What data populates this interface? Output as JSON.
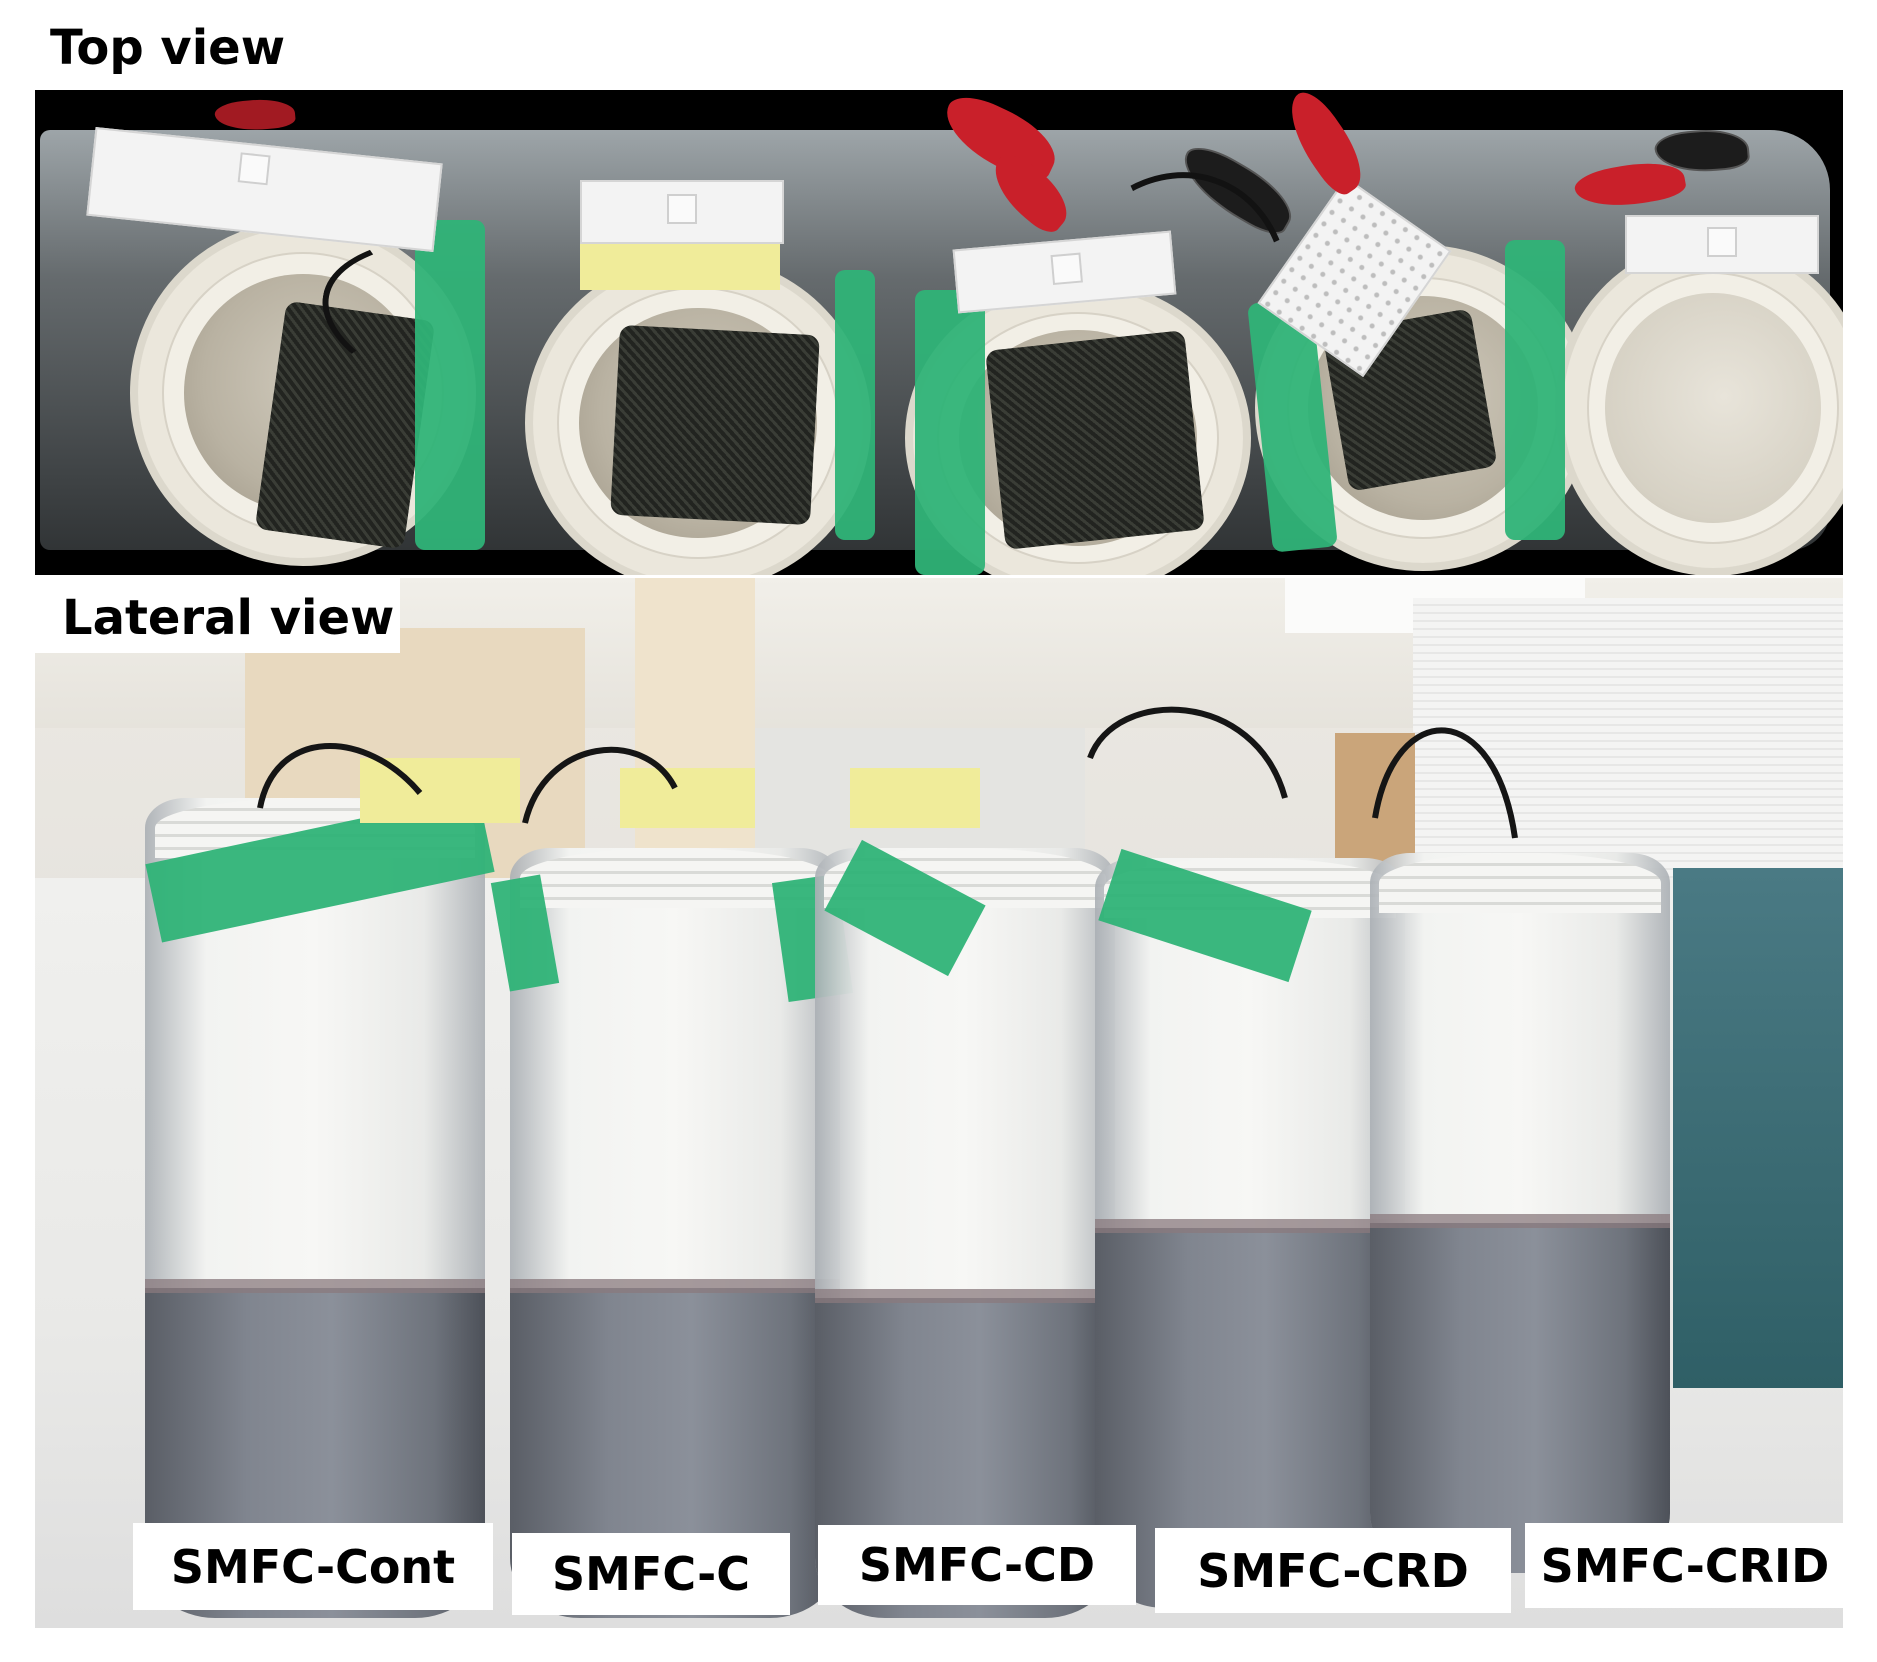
{
  "headings": {
    "top_view": "Top view",
    "lateral_view": "Lateral view"
  },
  "sample_labels": [
    "SMFC-Cont",
    "SMFC-C",
    "SMFC-CD",
    "SMFC-CRD",
    "SMFC-CRID"
  ],
  "colors": {
    "tape": "#2fb377",
    "background_top": "#000000",
    "sediment": "#7d828b",
    "label_background": "#ffffff"
  }
}
